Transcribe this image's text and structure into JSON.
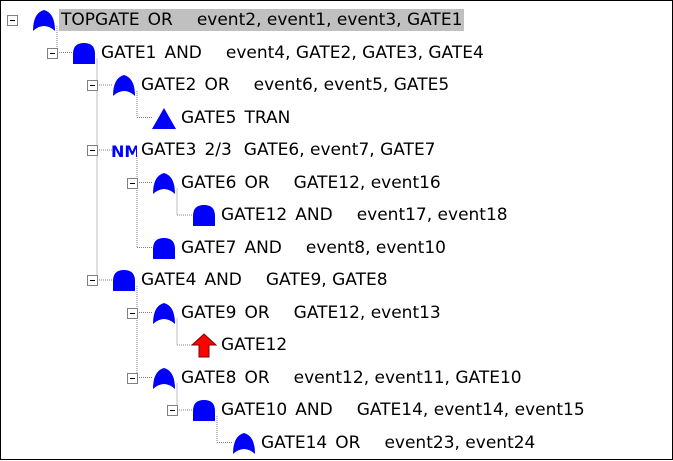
{
  "tree": {
    "nodes": [
      {
        "id": "TOPGATE",
        "type": "OR",
        "children_text": "event2, event1, event3, GATE1",
        "icon": "or-gate-icon",
        "selected": true,
        "depth": 0,
        "expanded": true
      },
      {
        "id": "GATE1",
        "type": "AND",
        "children_text": "event4, GATE2, GATE3, GATE4",
        "icon": "and-gate-icon",
        "depth": 1,
        "expanded": true
      },
      {
        "id": "GATE2",
        "type": "OR",
        "children_text": "event6, event5, GATE5",
        "icon": "or-gate-icon",
        "depth": 2,
        "expanded": true
      },
      {
        "id": "GATE5",
        "type": "TRAN",
        "children_text": "",
        "icon": "transfer-gate-icon",
        "depth": 3
      },
      {
        "id": "GATE3",
        "type": "2/3",
        "children_text": "GATE6, event7, GATE7",
        "icon": "voting-gate-icon",
        "icon_text": "NM",
        "depth": 2,
        "expanded": true
      },
      {
        "id": "GATE6",
        "type": "OR",
        "children_text": "GATE12, event16",
        "icon": "or-gate-icon",
        "depth": 3,
        "expanded": true
      },
      {
        "id": "GATE12",
        "type": "AND",
        "children_text": "event17, event18",
        "icon": "and-gate-icon",
        "depth": 4
      },
      {
        "id": "GATE7",
        "type": "AND",
        "children_text": "event8, event10",
        "icon": "and-gate-icon",
        "depth": 3
      },
      {
        "id": "GATE4",
        "type": "AND",
        "children_text": "GATE9, GATE8",
        "icon": "and-gate-icon",
        "depth": 2,
        "expanded": true
      },
      {
        "id": "GATE9",
        "type": "OR",
        "children_text": "GATE12, event13",
        "icon": "or-gate-icon",
        "depth": 3,
        "expanded": true
      },
      {
        "id": "GATE12",
        "type": "",
        "children_text": "",
        "icon": "transfer-up-arrow-icon",
        "depth": 4
      },
      {
        "id": "GATE8",
        "type": "OR",
        "children_text": "event12, event11, GATE10",
        "icon": "or-gate-icon",
        "depth": 3,
        "expanded": true
      },
      {
        "id": "GATE10",
        "type": "AND",
        "children_text": "GATE14, event14, event15",
        "icon": "and-gate-icon",
        "depth": 4,
        "expanded": true
      },
      {
        "id": "GATE14",
        "type": "OR",
        "children_text": "event23, event24",
        "icon": "or-gate-icon",
        "depth": 5
      }
    ]
  },
  "colors": {
    "gate_blue": "#0000ff",
    "arrow_red": "#ff0000",
    "selection_gray": "#c0c0c0",
    "guide_gray": "#808080"
  }
}
